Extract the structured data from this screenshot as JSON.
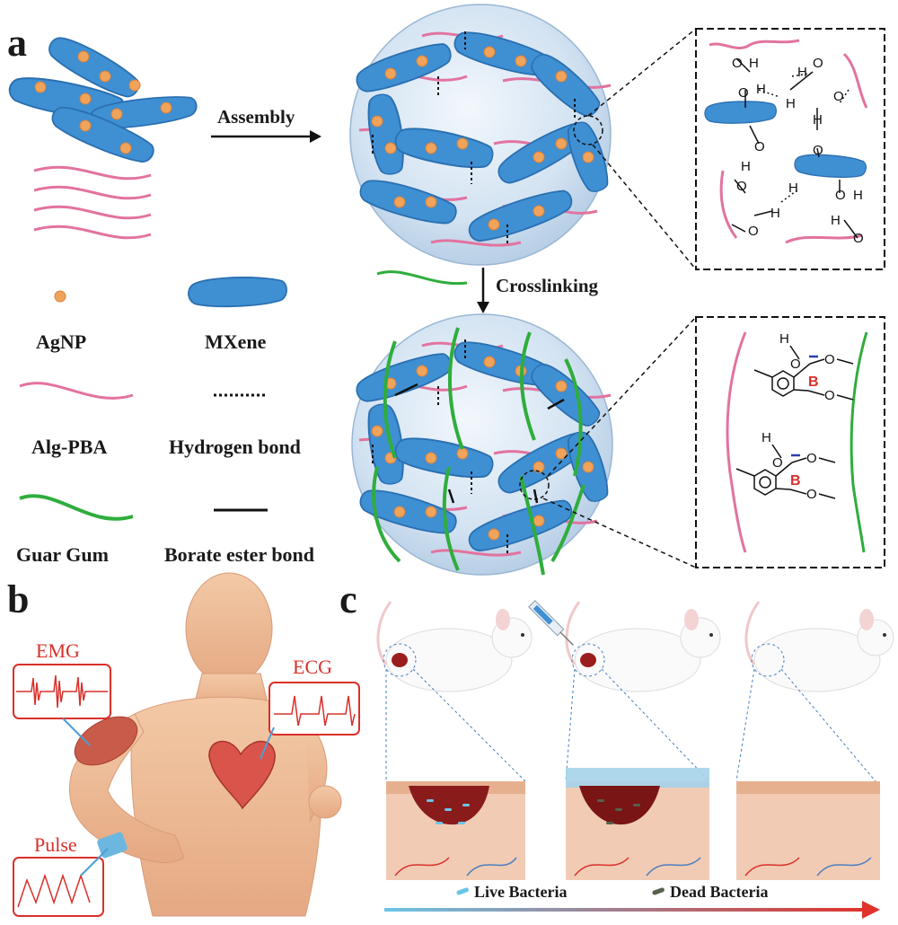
{
  "panels": {
    "a": "a",
    "b": "b",
    "c": "c"
  },
  "flow": {
    "assembly": "Assembly",
    "crosslinking": "Crosslinking"
  },
  "legend": {
    "agnp": "AgNP",
    "mxene": "MXene",
    "alg_pba": "Alg-PBA",
    "hydrogen_bond": "Hydrogen bond",
    "guar_gum": "Guar Gum",
    "borate_ester_bond": "Borate ester bond"
  },
  "signals": {
    "emg": "EMG",
    "ecg": "ECG",
    "pulse": "Pulse"
  },
  "bacteria_key": {
    "live": "Live Bacteria",
    "dead": "Dead Bacteria"
  },
  "chem": {
    "o": "O",
    "h": "H",
    "b": "B",
    "minus": "-"
  },
  "colors": {
    "mxene": "#3f8fd3",
    "agnp": "#f0a35a",
    "alg_pba": "#e2739f",
    "guar_gum": "#2fad3c",
    "signal_red": "#d9302a",
    "gradient_start": "#6bc4e8",
    "gradient_end": "#e0322a"
  }
}
